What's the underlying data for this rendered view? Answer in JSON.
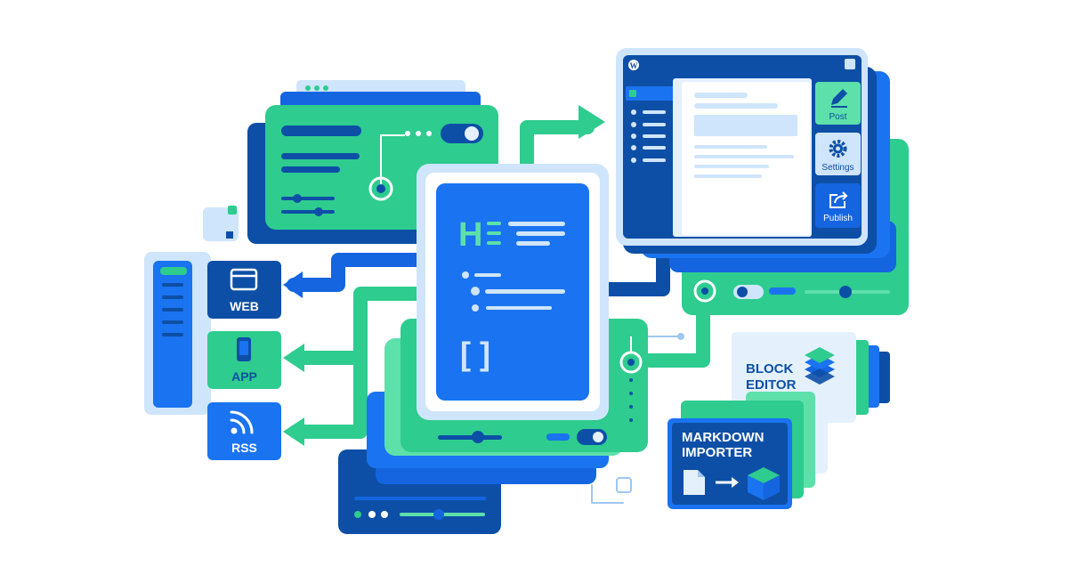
{
  "colors": {
    "navy": "#0d4fa6",
    "blue": "#1565e0",
    "bright_blue": "#1a73f0",
    "green": "#2ecc8f",
    "light_green": "#5ee0ab",
    "pale_blue": "#cfe5fb",
    "light_panel": "#e4f1fd"
  },
  "channels": [
    {
      "label": "WEB",
      "icon": "browser-window-icon"
    },
    {
      "label": "APP",
      "icon": "smartphone-icon"
    },
    {
      "label": "RSS",
      "icon": "rss-feed-icon"
    }
  ],
  "cms_actions": [
    {
      "label": "Post",
      "icon": "pencil-icon"
    },
    {
      "label": "Settings",
      "icon": "gear-icon"
    },
    {
      "label": "Publish",
      "icon": "share-export-icon"
    }
  ],
  "block_editor": {
    "line1": "BLOCK",
    "line2": "EDITOR",
    "icon": "stacked-layers-icon"
  },
  "markdown_importer": {
    "line1": "MARKDOWN",
    "line2": "IMPORTER",
    "icons": [
      "document-icon",
      "arrow-right-icon",
      "cube-icon"
    ]
  },
  "center_document": {
    "heading_glyph": "H",
    "code_glyph": "[ ]"
  }
}
